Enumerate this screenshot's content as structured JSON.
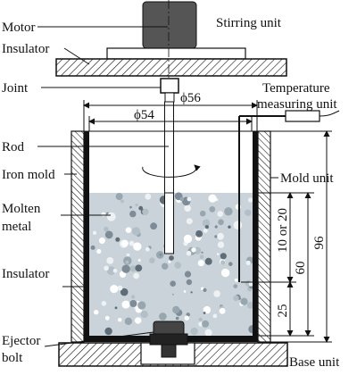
{
  "labels": {
    "motor": "Motor",
    "stirring_unit": "Stirring unit",
    "insulator_top": "Insulator",
    "joint": "Joint",
    "temperature_line1": "Temperature",
    "temperature_line2": "measuring unit",
    "rod": "Rod",
    "iron_mold": "Iron mold",
    "mold_unit": "Mold unit",
    "molten_line1": "Molten",
    "molten_line2": "metal",
    "insulator_side": "Insulator",
    "ejector_line1": "Ejector",
    "ejector_line2": "bolt",
    "base_unit": "Base unit"
  },
  "dimensions": {
    "phi56": "ϕ56",
    "phi54": "ϕ54",
    "d96": "96",
    "d60": "60",
    "d10or20": "10 or 20",
    "d25": "25"
  },
  "colors": {
    "motor": "#555555",
    "molten_metal": "#c9d3d9",
    "insulator_black": "#111111",
    "outline": "#111111"
  }
}
